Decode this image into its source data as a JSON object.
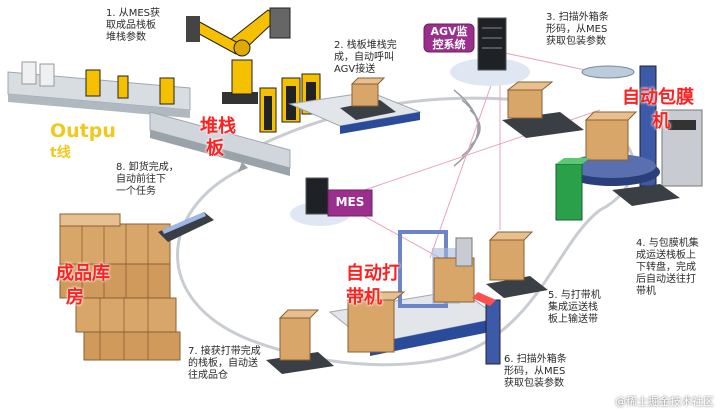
{
  "steps": {
    "s1": [
      "1. 从MES获",
      "取成品栈板",
      "堆栈参数"
    ],
    "s2": [
      "2. 栈板堆栈完",
      "成，自动呼叫",
      "AGV接送"
    ],
    "s3": [
      "3. 扫描外箱条",
      "形码，从MES",
      "获取包装参数"
    ],
    "s4": [
      "4. 与包膜机集",
      "成运送栈板上",
      "下转盘，完成",
      "后自动送往打",
      "带机"
    ],
    "s5": [
      "5. 与打带机",
      "集成运送栈",
      "板上输送带"
    ],
    "s6": [
      "6. 扫描外箱条",
      "形码，从MES",
      "获取包装参数"
    ],
    "s7": [
      "7. 接获打带完成",
      "的栈板，自动送",
      "往成品仓"
    ],
    "s8": [
      "8. 卸货完成，",
      "自动前往下",
      "一个任务"
    ]
  },
  "labels": {
    "output": "Outpu",
    "output_sub": "t线",
    "palletize": "堆栈",
    "palletize_2": "板",
    "wrap": "自动包膜",
    "wrap_2": "机",
    "strap": "自动打",
    "strap_2": "带机",
    "warehouse": "成品库",
    "warehouse_2": "房",
    "agv_server": "AGV监",
    "agv_server_2": "控系统",
    "mes": "MES"
  },
  "watermark": "@稀土掘金技术社区"
}
